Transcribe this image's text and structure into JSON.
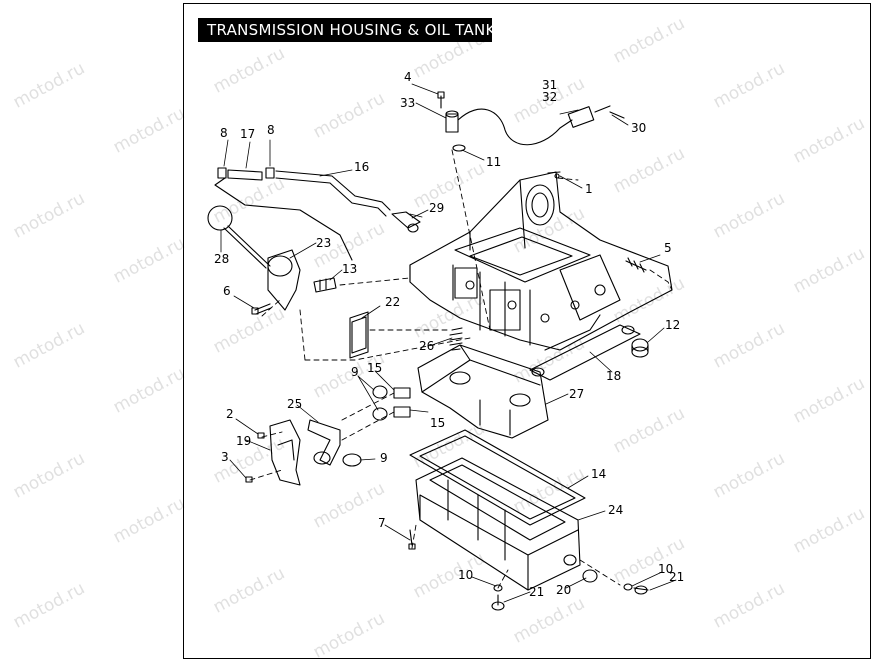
{
  "title": "TRANSMISSION HOUSING & OIL TANK",
  "watermark": "motod.ru",
  "callouts": [
    "1",
    "2",
    "3",
    "4",
    "5",
    "6",
    "7",
    "8",
    "8",
    "9",
    "9",
    "10",
    "10",
    "11",
    "12",
    "13",
    "14",
    "15",
    "15",
    "16",
    "17",
    "18",
    "19",
    "20",
    "21",
    "21",
    "22",
    "23",
    "24",
    "25",
    "26",
    "27",
    "28",
    "29",
    "30",
    "31",
    "32",
    "33"
  ]
}
